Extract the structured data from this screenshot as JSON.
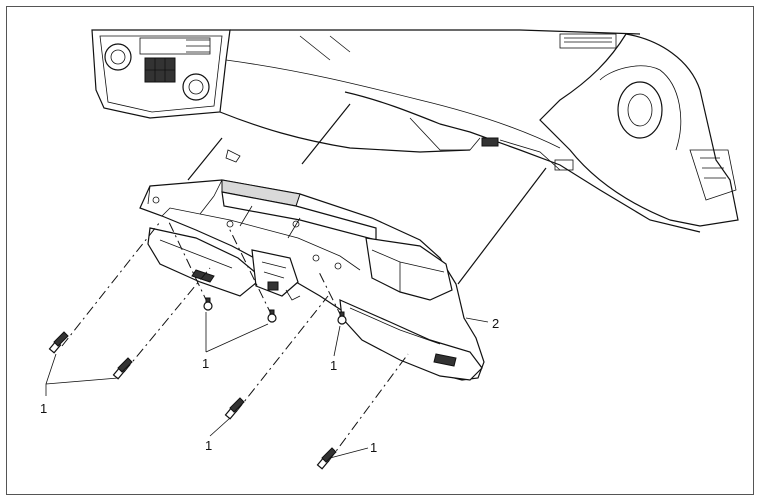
{
  "callouts": {
    "c_left_pair": "1",
    "c_center_pair": "1",
    "c_right_single": "1",
    "c_lower_mid": "1",
    "c_bottom": "1",
    "c_trim_panel": "2"
  },
  "colors": {
    "line": "#111111",
    "background": "#ffffff",
    "shade": "#d9d9d9"
  }
}
